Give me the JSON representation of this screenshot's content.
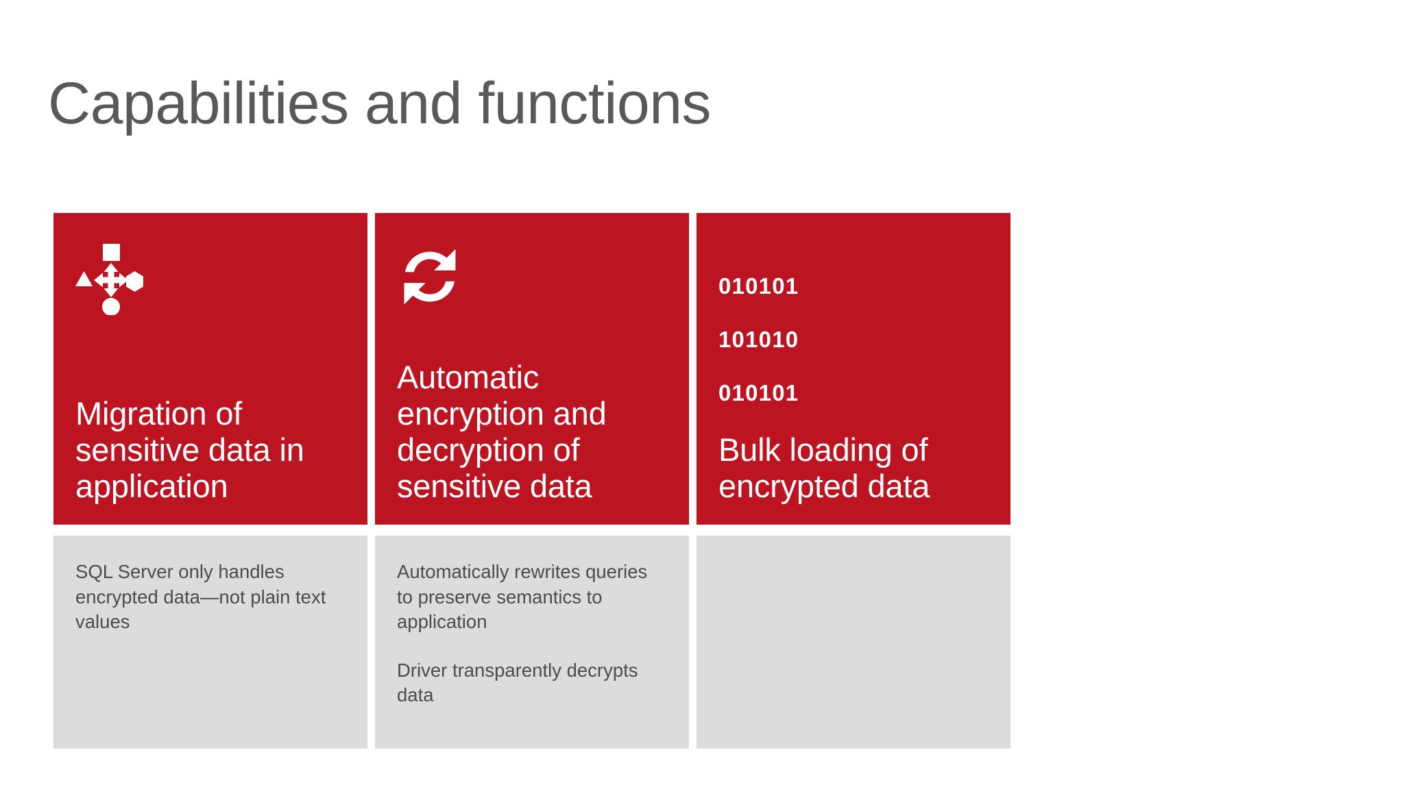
{
  "slide": {
    "title": "Capabilities and functions",
    "background_color": "#ffffff",
    "title_color": "#595959"
  },
  "theme": {
    "accent_red": "#BD1421",
    "panel_gray": "#dcdbdd",
    "body_text_color": "#4c4c4c",
    "head_text_color": "#ffffff"
  },
  "cards": [
    {
      "icon_name": "migration-shapes-icon",
      "title": "Migration of sensitive data in application",
      "body": [
        "SQL Server only handles encrypted data—not plain text values"
      ]
    },
    {
      "icon_name": "refresh-sync-icon",
      "title": "Automatic encryption and decryption of sensitive data",
      "body": [
        "Automatically rewrites queries to preserve semantics to application",
        "Driver transparently decrypts data"
      ]
    },
    {
      "icon_name": "binary-digits-icon",
      "title": "Bulk loading of encrypted data",
      "body": [],
      "binary_lines": [
        "010101",
        "101010",
        "010101"
      ]
    }
  ]
}
